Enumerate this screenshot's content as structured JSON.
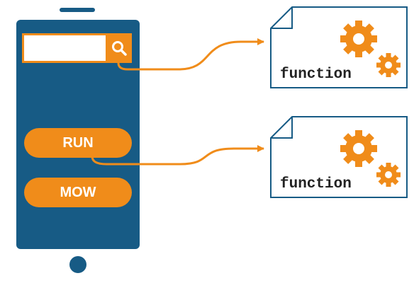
{
  "phone": {
    "search": {
      "value": "",
      "placeholder": ""
    },
    "buttons": [
      {
        "label": "RUN"
      },
      {
        "label": "MOW"
      }
    ]
  },
  "functions": [
    {
      "label": "function"
    },
    {
      "label": "function"
    }
  ],
  "icons": {
    "search": "search-icon",
    "gears": "gears-icon",
    "phone": "smartphone"
  },
  "colors": {
    "phone": "#175b85",
    "accent": "#f08c1a",
    "doc_border": "#175b85"
  }
}
